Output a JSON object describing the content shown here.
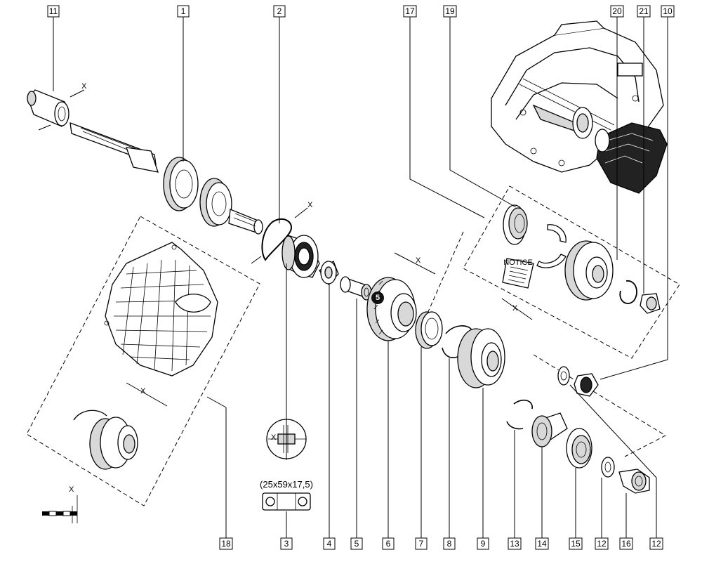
{
  "callouts_top": [
    "11",
    "1",
    "2",
    "17",
    "19",
    "20",
    "21",
    "10"
  ],
  "callouts_bottom": [
    "18",
    "3",
    "4",
    "5",
    "6",
    "7",
    "8",
    "9",
    "13",
    "14",
    "15",
    "12",
    "16",
    "12"
  ],
  "dimension_label": "X",
  "bearing_spec": "(25x59x17,5)",
  "step_badge": "5",
  "notice_label": "NOTICE"
}
